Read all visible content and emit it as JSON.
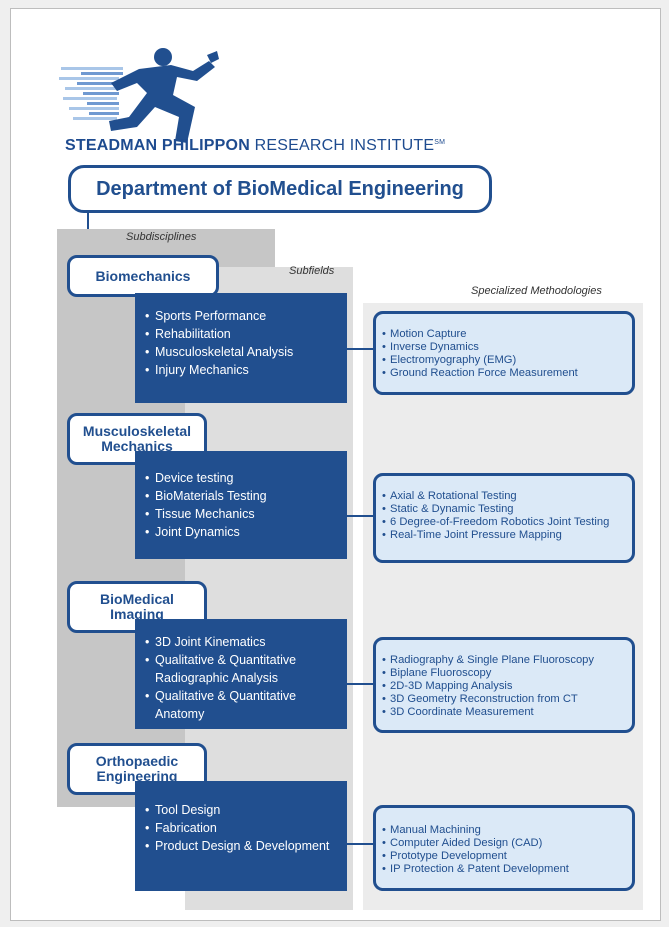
{
  "institute": {
    "bold_part": "STEADMAN PHILIPPON",
    "rest": "RESEARCH INSTITUTE",
    "tm": "SM"
  },
  "department": "Department of BioMedical Engineering",
  "headers": {
    "subdisciplines": "Subdisciplines",
    "subfields": "Subfields",
    "methodologies": "Specialized Methodologies"
  },
  "rows": [
    {
      "discipline": [
        "Biomechanics"
      ],
      "subfields": [
        "Sports Performance",
        "Rehabilitation",
        "Musculoskeletal Analysis",
        "Injury Mechanics"
      ],
      "methods": [
        "Motion Capture",
        "Inverse Dynamics",
        "Electromyography (EMG)",
        "Ground Reaction Force Measurement"
      ]
    },
    {
      "discipline": [
        "Musculoskeletal",
        "Mechanics"
      ],
      "subfields": [
        "Device testing",
        "BioMaterials Testing",
        "Tissue Mechanics",
        "Joint Dynamics"
      ],
      "methods": [
        "Axial & Rotational Testing",
        "Static & Dynamic Testing",
        "6 Degree-of-Freedom Robotics Joint Testing",
        "Real-Time Joint Pressure Mapping"
      ]
    },
    {
      "discipline": [
        "BioMedical",
        "Imaging"
      ],
      "subfields": [
        "3D Joint Kinematics",
        "Qualitative & Quantitative Radiographic Analysis",
        "Qualitative & Quantitative Anatomy"
      ],
      "methods": [
        "Radiography & Single Plane Fluoroscopy",
        "Biplane Fluoroscopy",
        "2D-3D Mapping Analysis",
        "3D Geometry Reconstruction from CT",
        "3D Coordinate Measurement"
      ]
    },
    {
      "discipline": [
        "Orthopaedic",
        "Engineering"
      ],
      "subfields": [
        "Tool Design",
        "Fabrication",
        "Product Design & Development"
      ],
      "methods": [
        "Manual Machining",
        "Computer Aided Design (CAD)",
        "Prototype Development",
        "IP Protection & Patent Development"
      ]
    }
  ],
  "colors": {
    "primary": "#214f8f",
    "method_fill": "#dbe9f7",
    "col_subdisciplines": "#c6c6c6",
    "col_subfields": "#dedede",
    "col_methodologies": "#ececec"
  }
}
